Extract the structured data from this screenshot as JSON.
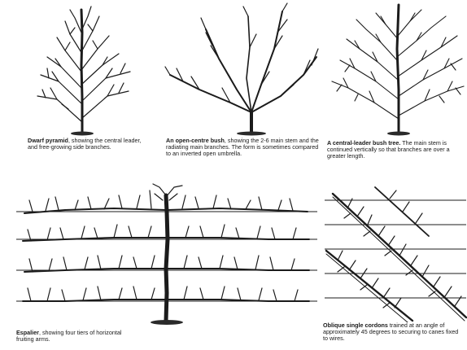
{
  "figures": [
    {
      "title": "Dwarf pyramid",
      "text": ", showing the central leader, and free-growing side branches."
    },
    {
      "title": "An open-centre bush",
      "text": ", showing the 2-6 main stem and the radiating main branches. The form is sometimes compared to an inverted open umbrella."
    },
    {
      "title": "A central-leader bush tree.",
      "text": " The main stem is continued vertically so that branches are over a greater length."
    },
    {
      "title": "Espalier",
      "text": ", showing four tiers of horizontal fruiting arms."
    },
    {
      "title": "Oblique single cordons",
      "text": " trained at an angle of approximately 45 degrees to securing to canes fixed to wires."
    }
  ]
}
